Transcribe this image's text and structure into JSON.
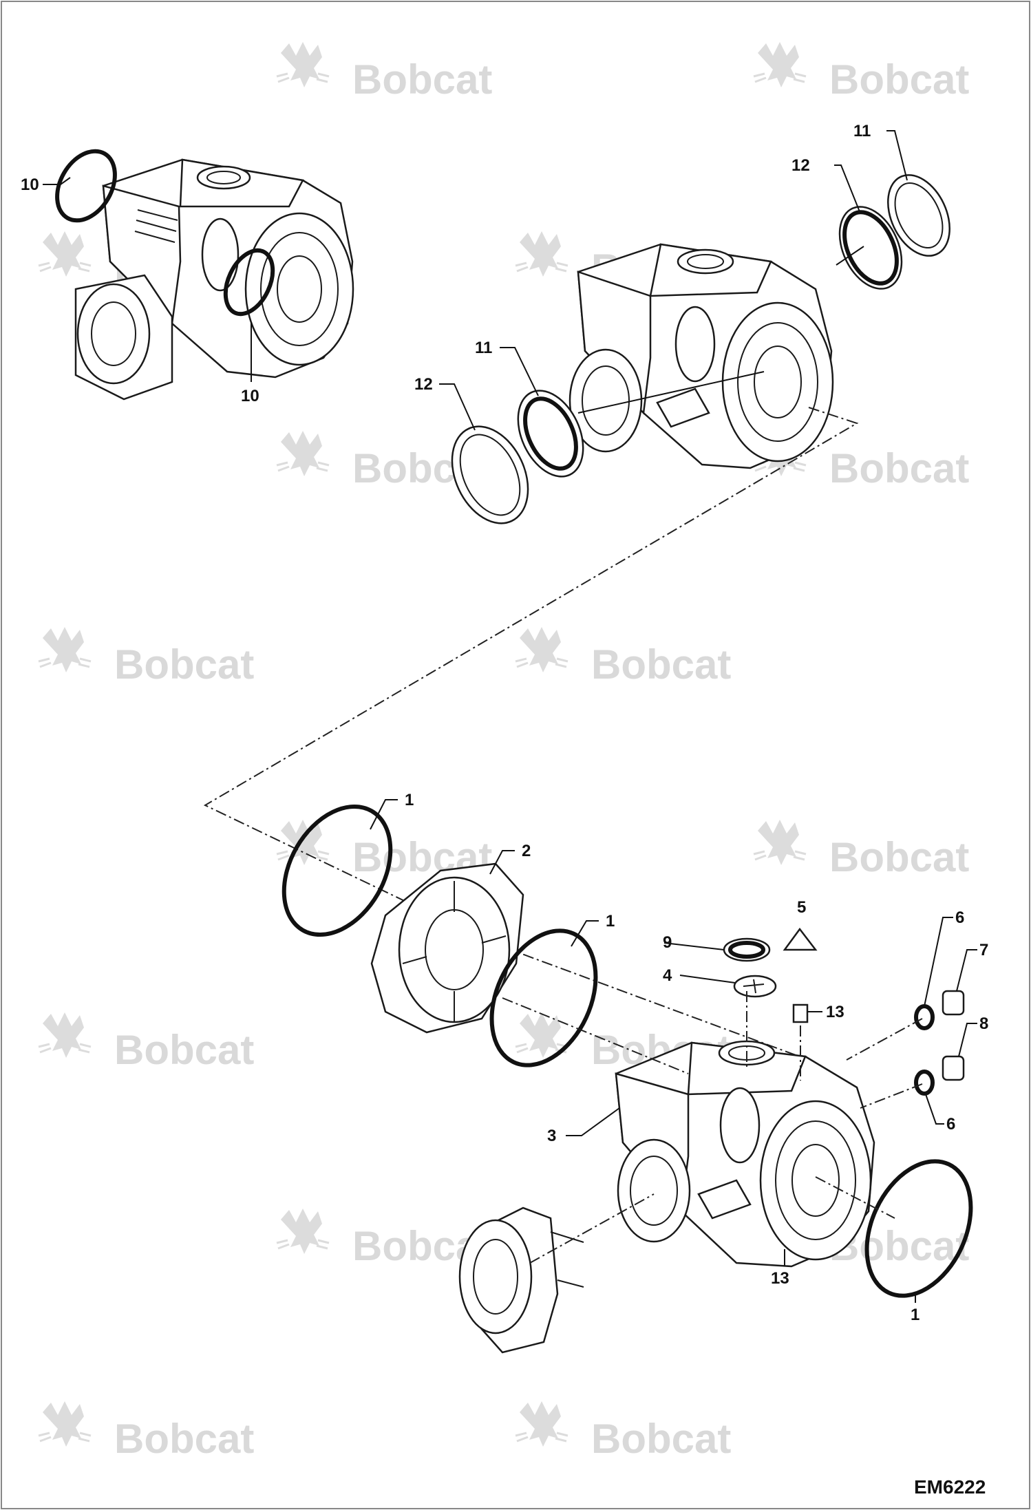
{
  "figure": {
    "reference": "EM6222",
    "watermark": "Bobcat",
    "callouts": [
      {
        "id": "c10a",
        "label": "10"
      },
      {
        "id": "c10b",
        "label": "10"
      },
      {
        "id": "c11a",
        "label": "11"
      },
      {
        "id": "c12a",
        "label": "12"
      },
      {
        "id": "c11b",
        "label": "11"
      },
      {
        "id": "c12b",
        "label": "12"
      },
      {
        "id": "c1a",
        "label": "1"
      },
      {
        "id": "c2",
        "label": "2"
      },
      {
        "id": "c1b",
        "label": "1"
      },
      {
        "id": "c5",
        "label": "5"
      },
      {
        "id": "c9",
        "label": "9"
      },
      {
        "id": "c4",
        "label": "4"
      },
      {
        "id": "c13a",
        "label": "13"
      },
      {
        "id": "c6a",
        "label": "6"
      },
      {
        "id": "c7",
        "label": "7"
      },
      {
        "id": "c8",
        "label": "8"
      },
      {
        "id": "c6b",
        "label": "6"
      },
      {
        "id": "c3",
        "label": "3"
      },
      {
        "id": "c13b",
        "label": "13"
      },
      {
        "id": "c1c",
        "label": "1"
      }
    ]
  }
}
